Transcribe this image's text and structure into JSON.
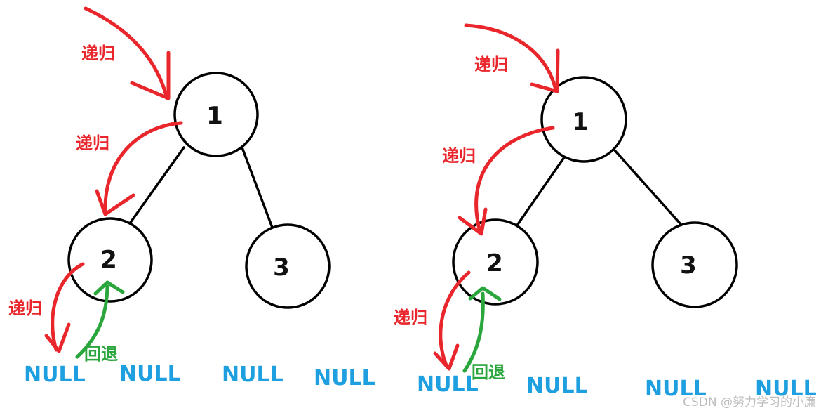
{
  "colors": {
    "recursion": "#e8262b",
    "backtrack": "#2aa63d",
    "null": "#1e9fe0"
  },
  "diagrams": [
    {
      "nodes": [
        "1",
        "2",
        "3"
      ],
      "nulls": [
        "NULL",
        "NULL",
        "NULL",
        "NULL"
      ],
      "labels": {
        "recurse_top": "递归",
        "recurse_mid": "递归",
        "recurse_low": "递归",
        "backtrack": "回退"
      }
    },
    {
      "nodes": [
        "1",
        "2",
        "3"
      ],
      "nulls": [
        "NULL",
        "NULL",
        "NULL",
        "NULL"
      ],
      "labels": {
        "recurse_top": "递归",
        "recurse_mid": "递归",
        "recurse_low": "递归",
        "backtrack": "回退"
      }
    }
  ],
  "watermark": "CSDN @努力学习的小廉"
}
